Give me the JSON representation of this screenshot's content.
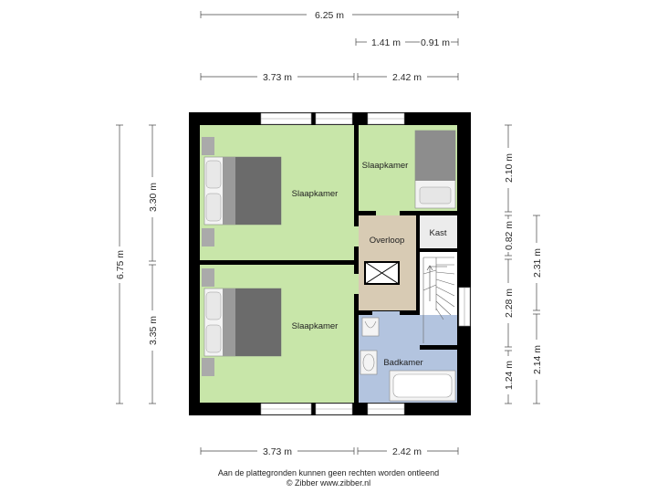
{
  "dimensions": {
    "top_total": "6.25 m",
    "top_sub_a": "1.41 m",
    "top_sub_b": "0.91 m",
    "top_left": "3.73 m",
    "top_right": "2.42 m",
    "bottom_left": "3.73 m",
    "bottom_right": "2.42 m",
    "left_total": "6.75 m",
    "left_upper": "3.30 m",
    "left_lower": "3.35 m",
    "right_a": "2.10 m",
    "right_b": "0.82 m",
    "right_c": "2.28 m",
    "right_d": "1.24 m",
    "right_far_upper": "2.31 m",
    "right_far_lower": "2.14 m"
  },
  "rooms": {
    "bedroom_top": "Slaapkamer",
    "bedroom_bottom": "Slaapkamer",
    "bedroom_small": "Slaapkamer",
    "landing": "Overloop",
    "closet": "Kast",
    "bathroom": "Badkamer"
  },
  "colors": {
    "bedroom": "#c8e6a9",
    "landing": "#d8cbb4",
    "bathroom": "#b3c4df",
    "wall": "#000000"
  },
  "footer": {
    "disclaimer": "Aan de plattegronden kunnen geen rechten worden ontleend",
    "copyright": "© Zibber www.zibber.nl"
  }
}
